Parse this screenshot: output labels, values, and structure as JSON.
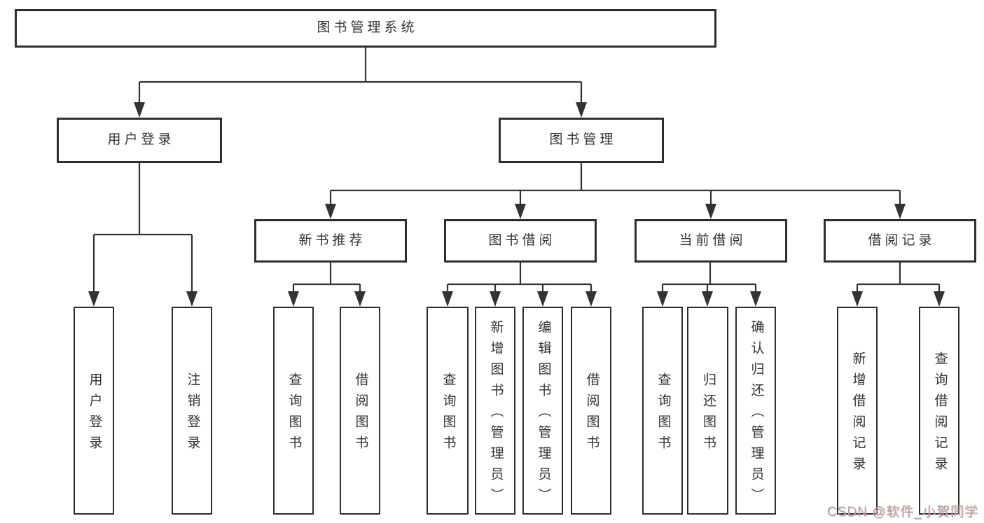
{
  "tree": {
    "label": "图书管理系统",
    "children": [
      {
        "label": "用户登录",
        "children": [
          {
            "label": "用户登录"
          },
          {
            "label": "注销登录"
          }
        ]
      },
      {
        "label": "图书管理",
        "children": [
          {
            "label": "新书推荐",
            "children": [
              {
                "label": "查询图书"
              },
              {
                "label": "借阅图书"
              }
            ]
          },
          {
            "label": "图书借阅",
            "children": [
              {
                "label": "查询图书"
              },
              {
                "label": "新增图书（管理员）"
              },
              {
                "label": "编辑图书（管理员）"
              },
              {
                "label": "借阅图书"
              }
            ]
          },
          {
            "label": "当前借阅",
            "children": [
              {
                "label": "查询图书"
              },
              {
                "label": "归还图书"
              },
              {
                "label": "确认归还（管理员）"
              }
            ]
          },
          {
            "label": "借阅记录",
            "children": [
              {
                "label": "新增借阅记录"
              },
              {
                "label": "查询借阅记录"
              }
            ]
          }
        ]
      }
    ]
  },
  "watermark": "CSDN @软件_小贺同学",
  "colors": {
    "line": "#333333",
    "text": "#333333",
    "background": "#ffffff",
    "watermark": "#ababab"
  }
}
